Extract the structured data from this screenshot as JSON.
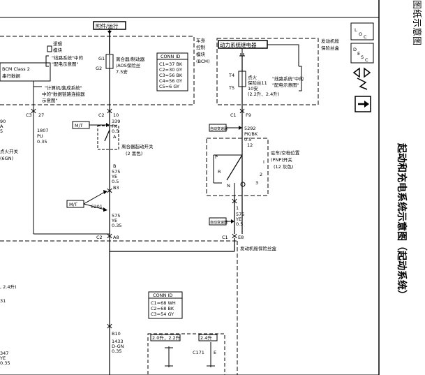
{
  "page": {
    "title": "起动和充电系统示意图（起动系统）",
    "corner_fragment": "图纸示意图"
  },
  "tags": {
    "attachment_run": "附件/运行",
    "mt_1": "M/T",
    "mt_2": "M/T",
    "auto_trans_1": "自动变速器",
    "auto_trans_2": "自动变速器",
    "engine_2l": "2.0升，2.2升",
    "engine_24": "2.4升"
  },
  "modules": {
    "bcm": {
      "name": "车身控制模块(BCM)",
      "lines": [
        "车身",
        "控制",
        "模块",
        "(BCM)"
      ],
      "logic_module": [
        "逻辑",
        "模块"
      ],
      "logic_ref": [
        "\"线路系统\"中的",
        "\"配电示意图\""
      ],
      "serial_data": [
        "BCM Class 2",
        "串行数据"
      ],
      "computer_ref": [
        "\"计算机/集成系统\"",
        "中的\"数据链路连接器",
        "示意图\""
      ],
      "fuse": [
        "离合器/制动器",
        "/AOS保险丝",
        "7.5安"
      ],
      "g1": "G1",
      "g2": "G2"
    },
    "bcm_conn": {
      "title": "CONN ID",
      "rows": [
        "C1=37 BK",
        "C2=30 GY",
        "C3=56 BK",
        "C4=56 GY",
        "C5=6 GY"
      ]
    },
    "underhood": {
      "name": [
        "发动机舱",
        "保险丝盒"
      ],
      "relay": "动力系统继电器",
      "fuse_ref": [
        "点火",
        "保险丝11",
        "10安",
        "(2.2升、2.4升)"
      ],
      "power_ref": [
        "\"线路系统\"中的",
        "\"配电示意图\""
      ],
      "t4": "T4",
      "t5": "T5"
    },
    "ign_switch": {
      "lines": [
        "点火开关",
        "(6GN)"
      ]
    },
    "clutch_switch": {
      "lines": [
        "离合器起动开关",
        "(2 黑色)"
      ]
    },
    "pnp_switch": {
      "lines": [
        "驻车/空档位置",
        "(PNP)开关",
        "(12 灰色)"
      ],
      "positions": [
        "P",
        "R",
        "N",
        "I",
        "2",
        "3"
      ]
    },
    "underhood_bottom": {
      "label": "发动机舱保险丝盒"
    },
    "bottom_conn": {
      "title": "CONN ID",
      "rows": [
        "C1=68 WH",
        "C2=68 BK",
        "C3=54 GY"
      ]
    }
  },
  "wires": {
    "w1807": [
      "1807",
      "PU",
      "0.35"
    ],
    "w339": [
      "339",
      "PK",
      "0.5"
    ],
    "w575a": [
      "575",
      "YE",
      "0.5"
    ],
    "w575b": [
      "575",
      "YE",
      "0.35"
    ],
    "w5292": [
      "5292",
      "PK/BK",
      "0.5"
    ],
    "w575c": [
      "575",
      "YE",
      "0.5"
    ],
    "w1433": [
      "1433",
      "D-GN",
      "0.35"
    ],
    "left_frag_top": [
      "90",
      "A",
      "5"
    ],
    "left_frag_mid": [
      ", 2.4升)",
      "31"
    ],
    "left_frag_bot": [
      "347",
      "YE",
      "0.35"
    ]
  },
  "connectors": {
    "c3": "C3",
    "p27": "27",
    "c2_top": "C2",
    "p10": "10",
    "pA": "A",
    "pB": "B",
    "c201": "C201",
    "b3": "B3",
    "c2_mid": "C2",
    "a8": "A8",
    "c1_top": "C1",
    "f9": "F9",
    "p12": "12",
    "p1": "1",
    "c1_mid": "C1",
    "e8": "E8",
    "b10": "B10",
    "c171": "C171",
    "pE": "E"
  },
  "legend_icons": {
    "loc": [
      "L",
      "O",
      "C"
    ],
    "desc": [
      "D",
      "E",
      "S",
      "C"
    ]
  }
}
